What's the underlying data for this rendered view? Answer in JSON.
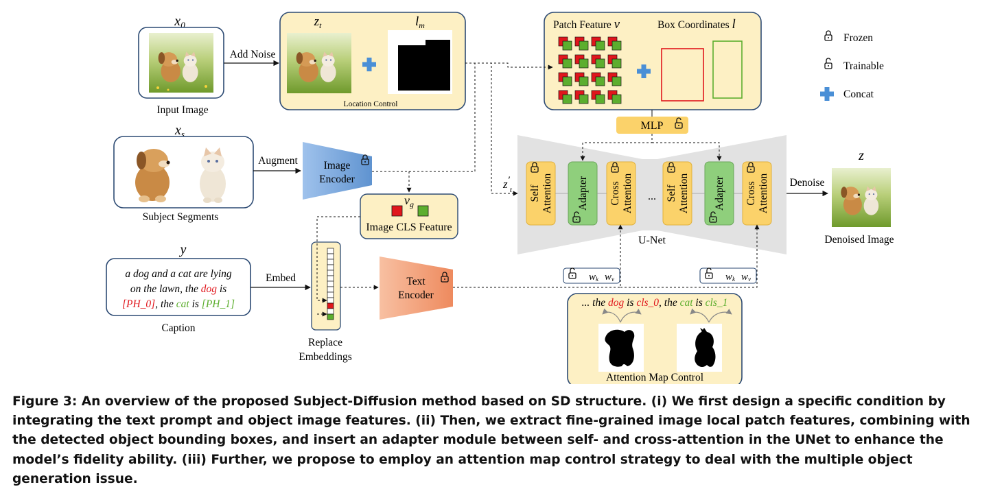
{
  "diagram": {
    "input": {
      "symbol": "x",
      "subscript": "0",
      "caption": "Input Image"
    },
    "add_noise": "Add Noise",
    "location_box": {
      "zt_symbol": "z",
      "zt_subscript": "t",
      "lm_symbol": "l",
      "lm_subscript": "m",
      "caption": "Location Control"
    },
    "patch_box": {
      "patch_label": "Patch Feature",
      "patch_symbol": "v",
      "box_label": "Box Coordinates",
      "box_symbol": "l"
    },
    "legend": {
      "frozen": "Frozen",
      "trainable": "Trainable",
      "concat": "Concat"
    },
    "segments": {
      "symbol": "x",
      "subscript": "s",
      "caption": "Subject Segments"
    },
    "augment": "Augment",
    "image_encoder": {
      "line1": "Image",
      "line2": "Encoder"
    },
    "cls_box": {
      "symbol": "v",
      "subscript": "g",
      "label": "Image CLS Feature"
    },
    "mlp": "MLP",
    "unet": {
      "ztp_symbol": "z",
      "ztp_subscript": "t",
      "ztp_prime": "′",
      "self_line1": "Self",
      "self_line2": "Attention",
      "adapter": "Adapter",
      "cross_line1": "Cross",
      "cross_line2": "Attention",
      "ellipsis": "...",
      "label": "U-Net",
      "wk": "w",
      "wk_sub": "k",
      "wv": "w",
      "wv_sub": "v"
    },
    "denoise": "Denoise",
    "output": {
      "symbol": "z",
      "caption": "Denoised Image"
    },
    "caption_box": {
      "symbol": "y",
      "line1": "a dog and a cat are lying",
      "line2_a": "on the lawn, the ",
      "line2_dog": "dog",
      "line2_b": " is",
      "line3_ph0": "[PH_0]",
      "line3_a": ", the ",
      "line3_cat": "cat",
      "line3_b": " is ",
      "line3_ph1": "[PH_1]",
      "caption": "Caption"
    },
    "embed": "Embed",
    "replace": {
      "line1": "Replace",
      "line2": "Embeddings"
    },
    "text_encoder": {
      "line1": "Text",
      "line2": "Encoder"
    },
    "attn_box": {
      "t1": "... the ",
      "dog": "dog",
      "t2": " is ",
      "cls0": "cls_0",
      "t3": ", the ",
      "cat": "cat",
      "t4": " is ",
      "cls1": "cls_1",
      "label": "Attention Map Control"
    }
  },
  "figure_caption": {
    "label": "Figure 3:",
    "text": " An overview of the proposed Subject-Diffusion method based on SD structure. (i) We first design a specific condition by integrating the text prompt and object image features. (ii) Then, we extract fine-grained image local patch features, combining with the detected object bounding boxes, and insert an adapter module between self- and cross-attention in the UNet to enhance the model’s fidelity ability. (iii) Further, we propose to employ an attention map control strategy to deal with the multiple object generation issue."
  },
  "colors": {
    "panel_fill": "#fdf0c4",
    "panel_border": "#2c4a73",
    "attn_block": "#fbd26a",
    "adapter_block": "#8fcf7c",
    "image_encoder": "#6a9fd8",
    "text_encoder": "#f29c74",
    "unet_gray": "#e2e2e2",
    "red": "#e0161c",
    "green": "#5cae2e",
    "concat_blue": "#4a8fd6"
  }
}
